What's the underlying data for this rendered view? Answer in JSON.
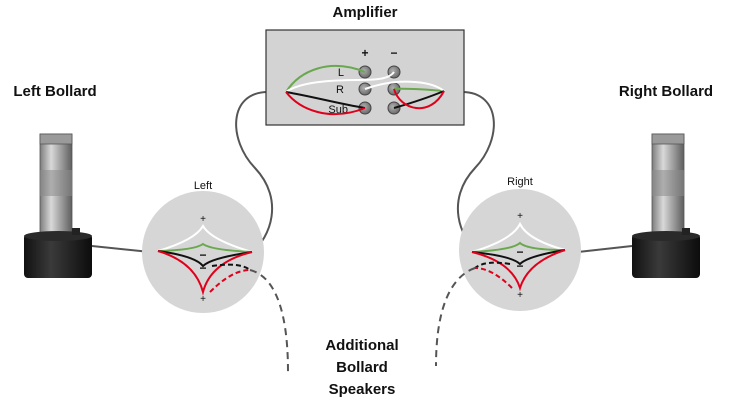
{
  "amplifier": {
    "title": "Amplifier",
    "plus": "+",
    "minus": "−",
    "channels": [
      "L",
      "R",
      "Sub"
    ]
  },
  "left_bollard": {
    "label": "Left Bollard"
  },
  "right_bollard": {
    "label": "Right Bollard"
  },
  "left_connector": {
    "label": "Left",
    "signs": [
      "+",
      "−",
      "−",
      "+"
    ]
  },
  "right_connector": {
    "label": "Right",
    "signs": [
      "+",
      "−",
      "−",
      "+"
    ]
  },
  "additional": {
    "lines": [
      "Additional",
      "Bollard",
      "Speakers"
    ]
  },
  "colors": {
    "white_wire": "#ffffff",
    "green_wire": "#6aa84f",
    "black_wire": "#111111",
    "red_wire": "#e0001b",
    "cable": "#555555",
    "amp_panel": "#d3d3d3",
    "connector_disc": "#d6d6d6",
    "terminal": "#8a8a8a"
  }
}
